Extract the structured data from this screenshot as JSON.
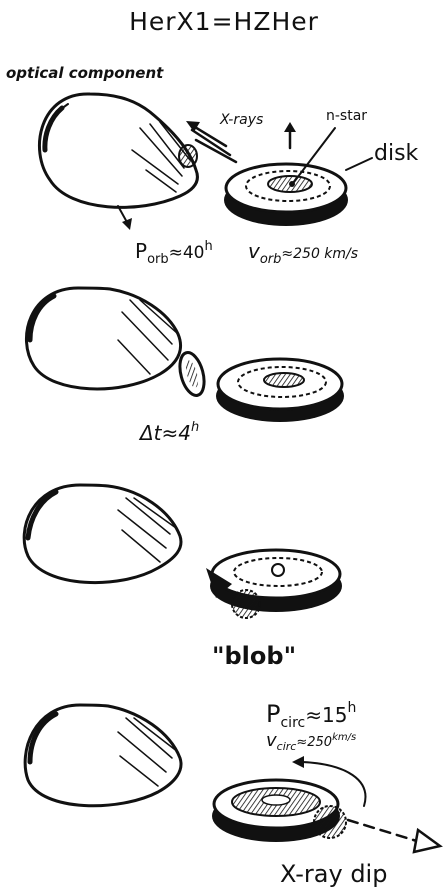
{
  "title": "HerX1=HZHer",
  "panel1": {
    "label_optical": "optical component",
    "label_xrays": "X-rays",
    "label_nstar": "n-star",
    "label_disk": "disk",
    "label_porb": "P",
    "label_porb_sub": "orb",
    "label_porb_val": "≈40",
    "label_porb_unit": "h",
    "label_vorb": "v",
    "label_vorb_sub": "orb",
    "label_vorb_val": "≈250 km/s"
  },
  "panel2": {
    "label_dt": "Δt≈4",
    "label_dt_unit": "h"
  },
  "panel3": {
    "label_blob": "\"blob\""
  },
  "panel4": {
    "label_pcirc": "P",
    "label_pcirc_sub": "circ",
    "label_pcirc_val": "≈15",
    "label_pcirc_unit": "h",
    "label_vcirc": "v",
    "label_vcirc_sub": "circ",
    "label_vcirc_val": "≈250",
    "label_vcirc_unit": "km/s",
    "label_xray_dip": "X-ray dip"
  }
}
